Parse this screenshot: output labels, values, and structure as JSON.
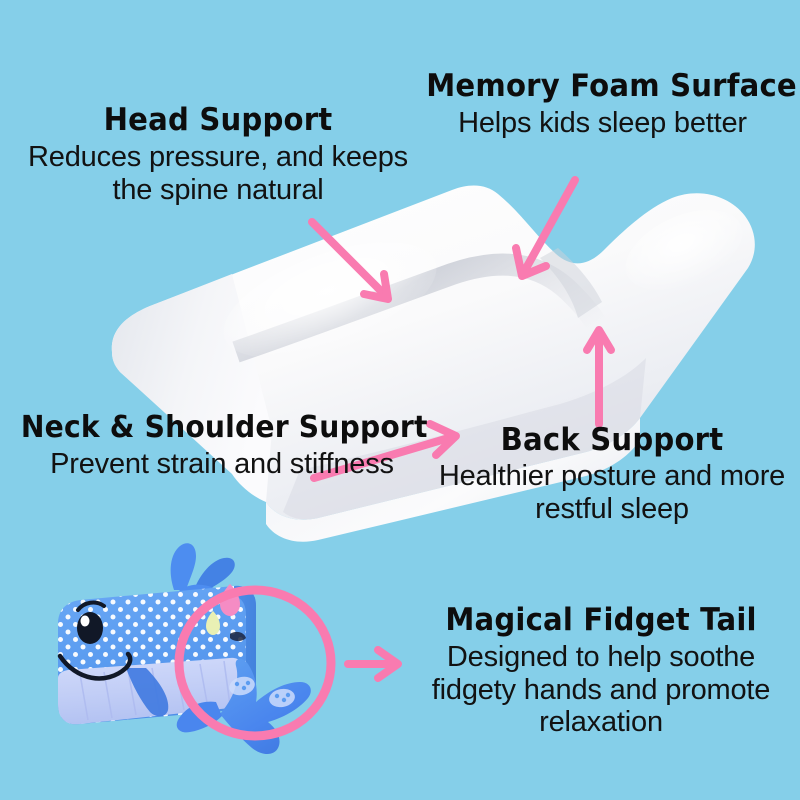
{
  "poster": {
    "background_color": "#85cfe9",
    "accent_pink": "#f97bb0",
    "heading_color": "#0d0d0d",
    "body_color": "#121212",
    "product": "contoured memory foam pillow with whale fidget plush"
  },
  "callouts": [
    {
      "id": "head-support",
      "heading": "Head Support",
      "body": "Reduces pressure, and keeps the spine natural",
      "arrow": "diagonal-down-right"
    },
    {
      "id": "memory-foam-surface",
      "heading": "Memory Foam Surface",
      "body": "Helps kids sleep better",
      "arrow": "diagonal-down-left"
    },
    {
      "id": "neck-shoulder-support",
      "heading": "Neck & Shoulder Support",
      "body": "Prevent strain and stiffness",
      "arrow": "diagonal-up-right"
    },
    {
      "id": "back-support",
      "heading": "Back Support",
      "body": "Healthier posture and more restful sleep",
      "arrow": "straight-up"
    },
    {
      "id": "magical-fidget-tail",
      "heading": "Magical Fidget Tail",
      "body": "Designed to help soothe fidgety hands and promote relaxation",
      "arrow": "straight-right",
      "highlight": "pink-circle-around-tail"
    }
  ],
  "pillow": {
    "name": "memory-foam-pillow",
    "shape": "contoured cervical pillow, two raised lobes with center dip",
    "top_color": "#fdfdfd",
    "front_color": "#eceef2",
    "shadow_color": "#c9ccd4"
  },
  "whale": {
    "name": "whale-fidget-plush",
    "body_color": "#5b9cf0",
    "dot_color": "#ffffff",
    "belly_color": "#c6d2f7",
    "tail_color": "#4a86ee",
    "spout_color": "#4d8df0",
    "droplet_pink": "#f58cc4",
    "droplet_yellow": "#e9f0b4",
    "features": [
      "eye",
      "eyebrow",
      "smile",
      "polka-dots",
      "ribbed-belly",
      "spout",
      "fidget-tail",
      "water-droplets"
    ]
  }
}
